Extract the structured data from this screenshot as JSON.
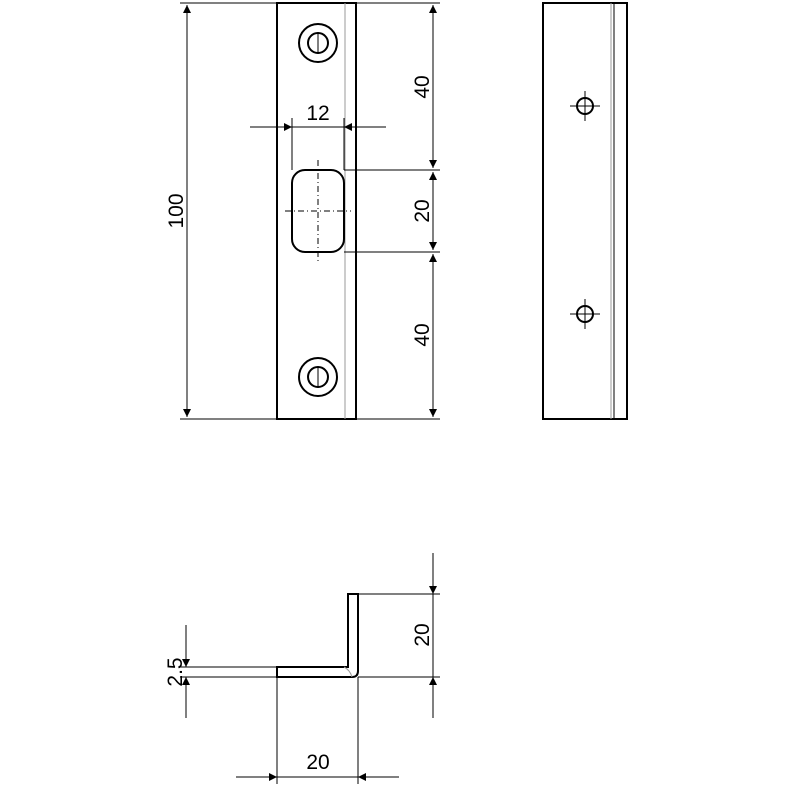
{
  "drawing": {
    "front_view": {
      "overall_height_label": "100",
      "slot_width_label": "12",
      "upper_spacing_label": "40",
      "slot_height_label": "20",
      "lower_spacing_label": "40"
    },
    "bottom_view": {
      "thickness_label": "2.5",
      "flange_height_label": "20",
      "base_width_label": "20"
    }
  }
}
